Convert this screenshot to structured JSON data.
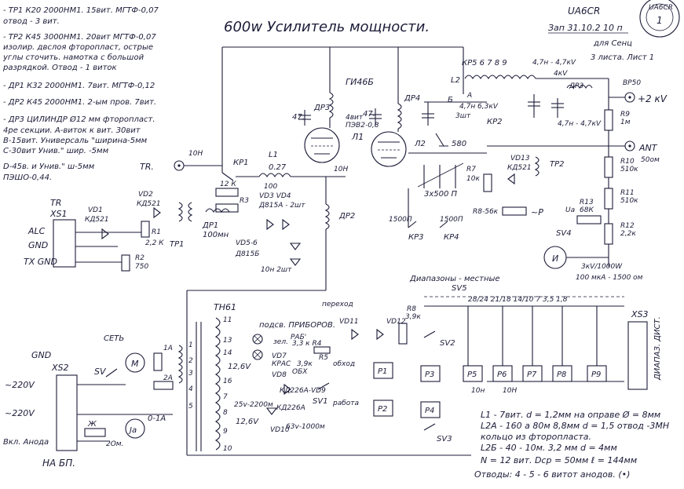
{
  "title": "600w Усилитель мощности.",
  "stamp": {
    "callsign": "UA6CR",
    "date": "Зап 31.10.2 10 п",
    "sheet_for": "для Сенц",
    "sheets": "3 листа. Лист 1",
    "seal_text": "UA6CR",
    "seal_number": "1"
  },
  "notes": [
    "- ТР1 К20 2000НМ1. 15вит. МГТФ-0,07",
    "  отвод - 3 вит.",
    "- ТР2 К45 3000НМ1. 20вит МГТФ-0,07",
    "  изолир. двслоя фторопласт, острые",
    "  углы сточить. намотка с большой",
    "  разрядкой. Отвод - 1 виток",
    "- ДР1 К32 2000НМ1. 7вит. МГТФ-0,12",
    "- ДР2 К45 2000НМ1. 2-ым пров. 7вит.",
    "- ДР3 ЦИЛИНДР Ø12 мм фторопласт.",
    "  4ре секции. А-виток к вит. 30вит",
    "  В-15вит. Универсаль \"ширина-5мм",
    "  С-30вит Унив.\" шир. -5мм",
    "  D-45в. и Унив.\" ш-5мм",
    "  ПЭШО-0,44."
  ],
  "labels": {
    "tube": "ГИ46Б",
    "l1": "L1",
    "l1v": "0.27",
    "l2": "L2",
    "l2b": "Л2",
    "l1b": "Л1",
    "kp5": "КР5 6 7 8 9",
    "kp1": "КР1",
    "kp2": "КР2",
    "kp3": "КР3",
    "kp4": "КР4",
    "tr": "TR.",
    "tp1": "ТР1",
    "tp2": "ТР2",
    "dr1": "ДР1",
    "dr1v": "100мн",
    "dr2": "ДР2",
    "dr3": "ДР3",
    "dr3b": "ДР3",
    "dr3v": "4вит",
    "dr3w": "ПЭВ2-0,8",
    "dr4": "ДР4",
    "c47a": "47.",
    "c47b": "47.",
    "c3sh": "3шт",
    "c580": "580",
    "c3x500": "3х500 П",
    "c1500a": "1500П",
    "c1500b": "1500П",
    "c10n": "10Н",
    "c10ntr": "10Н",
    "c100": "100",
    "r12k": "12 К",
    "r3": "R3",
    "r1": "R1",
    "r1v": "2,2 К",
    "r2": "R2",
    "r2v": "750",
    "vd1": "VD1",
    "vd1v": "КД521",
    "vd2": "VD2",
    "vd2v": "КД521",
    "vd3": "VD3 VD4",
    "vd3v": "Д815А - 2шт",
    "vd5": "VD5-6",
    "vd5v": "Д815Б",
    "c10nx2": "10н 2шт",
    "vd13": "VD13",
    "vd13v": "КД521",
    "r7": "R7",
    "r7v": "10к",
    "r8": "R8-56к",
    "r13": "R13",
    "r13v": "68К",
    "ua": "Uа",
    "p": "~Р",
    "bp50": "ВР50",
    "plus2kv": "+2 кV",
    "r9": "R9",
    "r9v": "1м",
    "ant": "ANT",
    "ant50": "50ом",
    "r10": "R10",
    "r10v": "510к",
    "r11": "R11",
    "r11v": "510к",
    "r12": "R12",
    "r12v": "2,2к",
    "sv4": "SV4",
    "meter": "3кV/1000W",
    "meter2": "100 мкА - 1500 ом",
    "c47kv1": "4,7н - 4,7кV",
    "c47kv2": "4,7н",
    "c47kv3": "4,7н - 4,7кV",
    "c4763": "4,7н 6,3кV",
    "c4kv": "4кV",
    "a": "А",
    "b": "Б",
    "tr_label": "TR",
    "xs1": "XS1",
    "alc": "ALC",
    "gnd1": "GND",
    "txgnd": "TX GND",
    "tn61": "ТН61",
    "tn11": "11",
    "tn13": "13",
    "tn14": "14",
    "tn16": "16",
    "tn7": "7",
    "tn8": "8",
    "tn9": "9",
    "tn10": "10",
    "v126": "12,6V",
    "v126b": "12,6V",
    "net": "СЕТЬ",
    "sv": "SV",
    "m": "М",
    "fuse1": "1А",
    "fuse2": "2А",
    "gnd2": "GND",
    "xs2": "XS2",
    "v220a": "~220V",
    "v220b": "~220V",
    "vkl": "Вкл. Анода",
    "nabp": "НА БП.",
    "ja": "Jа",
    "ja2": "0-1А",
    "xstar": "Ж",
    "r2ob": "2Ом.",
    "lamps": "подсв. ПРИБОРОВ.",
    "rab": "РАБ'",
    "zeln": "зел.",
    "r33k": "3,3 к R4",
    "r39k": "3,9к",
    "r5": "R5",
    "obh": "обход",
    "vd7": "VD7",
    "kras": "КРАС",
    "obh2": "ОБХ",
    "vd8": "VD8",
    "c25v": "25v-2200м",
    "vd2266": "КД226А-VD9",
    "kd226": "КД226А",
    "vd10": "VD10",
    "c63": "63v-1000м",
    "sv1": "SV1",
    "rab2": "работа",
    "perexod": "переход",
    "vd11": "VD11",
    "vd12": "VD12",
    "r8b": "R8",
    "r8bv": "3,9к",
    "p1": "Р1",
    "p2": "Р2",
    "p3": "Р3",
    "p4": "Р4",
    "p5": "Р5",
    "p6": "Р6",
    "p7": "Р7",
    "p8": "Р8",
    "p9": "Р9",
    "sv2": "SV2",
    "sv3": "SV3",
    "sv5": "SV5",
    "diap": "Диапазоны - местные",
    "bands": "28/24   21/18   14/10     7       3,5  1,8",
    "xs3": "XS3",
    "diapd": "ДИАПАЗ. ДИСТ.",
    "c10nlist": "10н",
    "c10nlist2": "10Н"
  },
  "footnotes": [
    "L1 - 7вит. d = 1,2мм на оправе Ø = 8мм",
    "L2А - 160 а 80м  8,8мм d = 1,5 отвод -3МН",
    "     кольцо из фторопласта.",
    "L2Б - 40 - 10м. 3,2 мм d = 4мм",
    "N = 12 вит. Dср = 50мм  ℓ = 144мм",
    "Отводы: 4 - 5 - 6 витот анодов. (•)"
  ]
}
